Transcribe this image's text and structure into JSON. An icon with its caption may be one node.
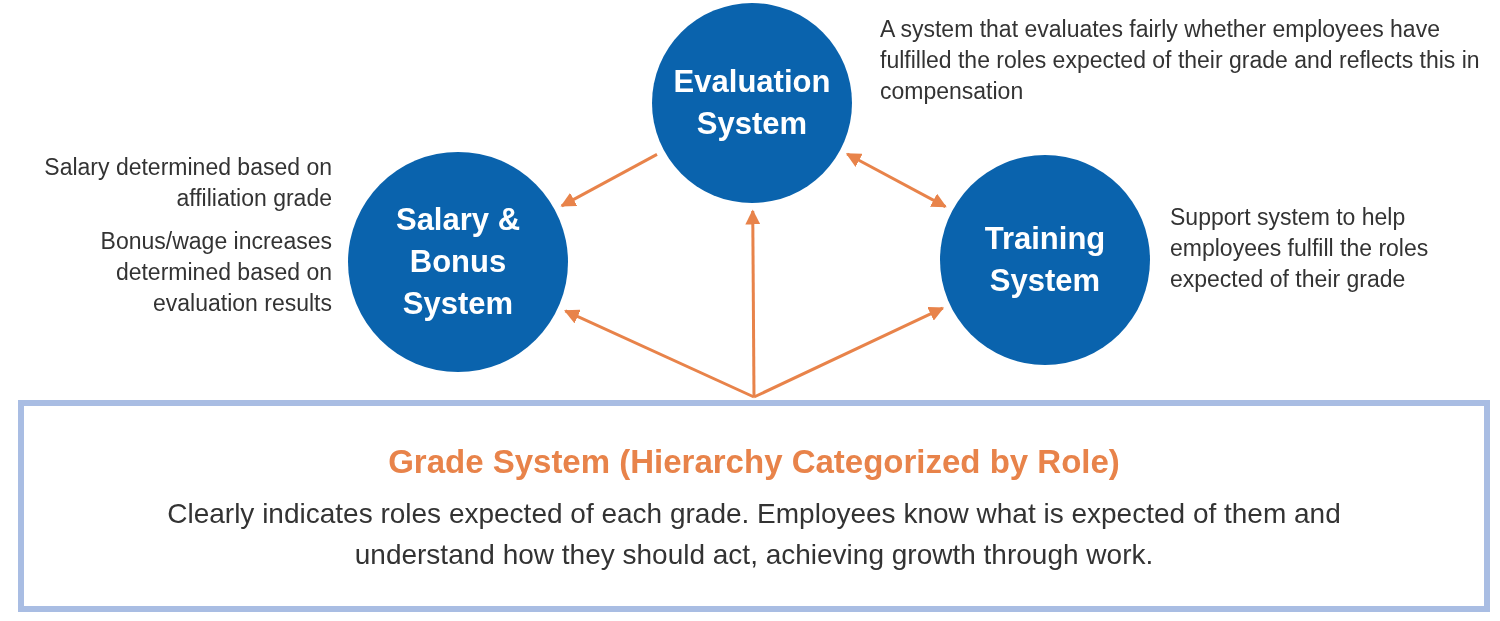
{
  "diagram": {
    "nodes": [
      {
        "text": [
          "Evaluation System"
        ],
        "beside": [
          "A system that evaluates fairly whether employees have fulfilled the roles expected of their grade and reflects this in compensation"
        ]
      },
      {
        "text": [
          "Salary & Bonus System"
        ],
        "beside": [
          "Salary determined based on affiliation grade",
          "Bonus/wage increases determined based on evaluation results"
        ]
      },
      {
        "text": [
          "Training System"
        ],
        "beside": [
          "Support system to help employees fulfill the roles expected of their grade"
        ]
      },
      {
        "text": [
          "Grade System (Hierarchy Categorized by Role)",
          "Clearly indicates roles expected of each grade. Employees know what is expected of them and understand how they should act, achieving growth through work."
        ]
      }
    ],
    "edges": [
      {
        "from": 0,
        "to": 1,
        "arrow": "to"
      },
      {
        "from": 0,
        "to": 2,
        "arrow": "both"
      },
      {
        "from": 3,
        "to": 1,
        "arrow": "to"
      },
      {
        "from": 3,
        "to": 0,
        "arrow": "to"
      },
      {
        "from": 3,
        "to": 2,
        "arrow": "to"
      }
    ]
  }
}
